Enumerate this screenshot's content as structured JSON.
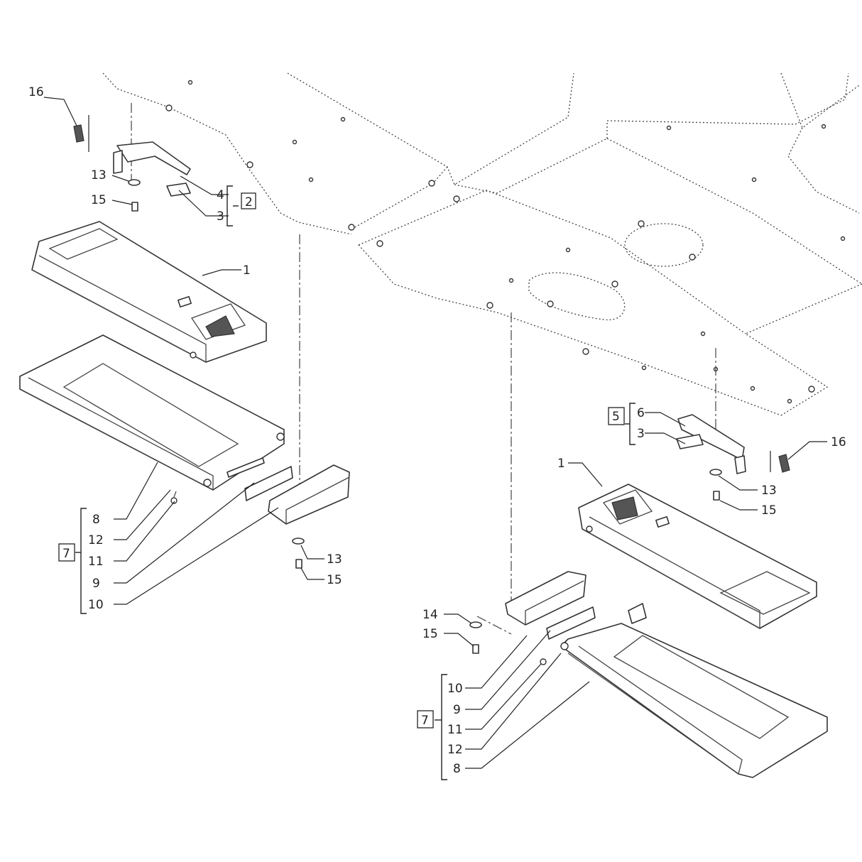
{
  "callouts": {
    "l_16": "16",
    "l_13a": "13",
    "l_15a": "15",
    "l_4": "4",
    "l_3a": "3",
    "l_2": "2",
    "l_1a": "1",
    "l_8a": "8",
    "l_12a": "12",
    "l_11a": "11",
    "l_9a": "9",
    "l_10a": "10",
    "l_7a": "7",
    "l_13b": "13",
    "l_15b": "15",
    "l_5": "5",
    "l_6": "6",
    "l_3b": "3",
    "r_16": "16",
    "r_1": "1",
    "r_13": "13",
    "r_15": "15",
    "r_14": "14",
    "r_15b": "15",
    "r_10": "10",
    "r_9": "9",
    "r_11": "11",
    "r_12": "12",
    "r_8": "8",
    "r_7": "7"
  }
}
